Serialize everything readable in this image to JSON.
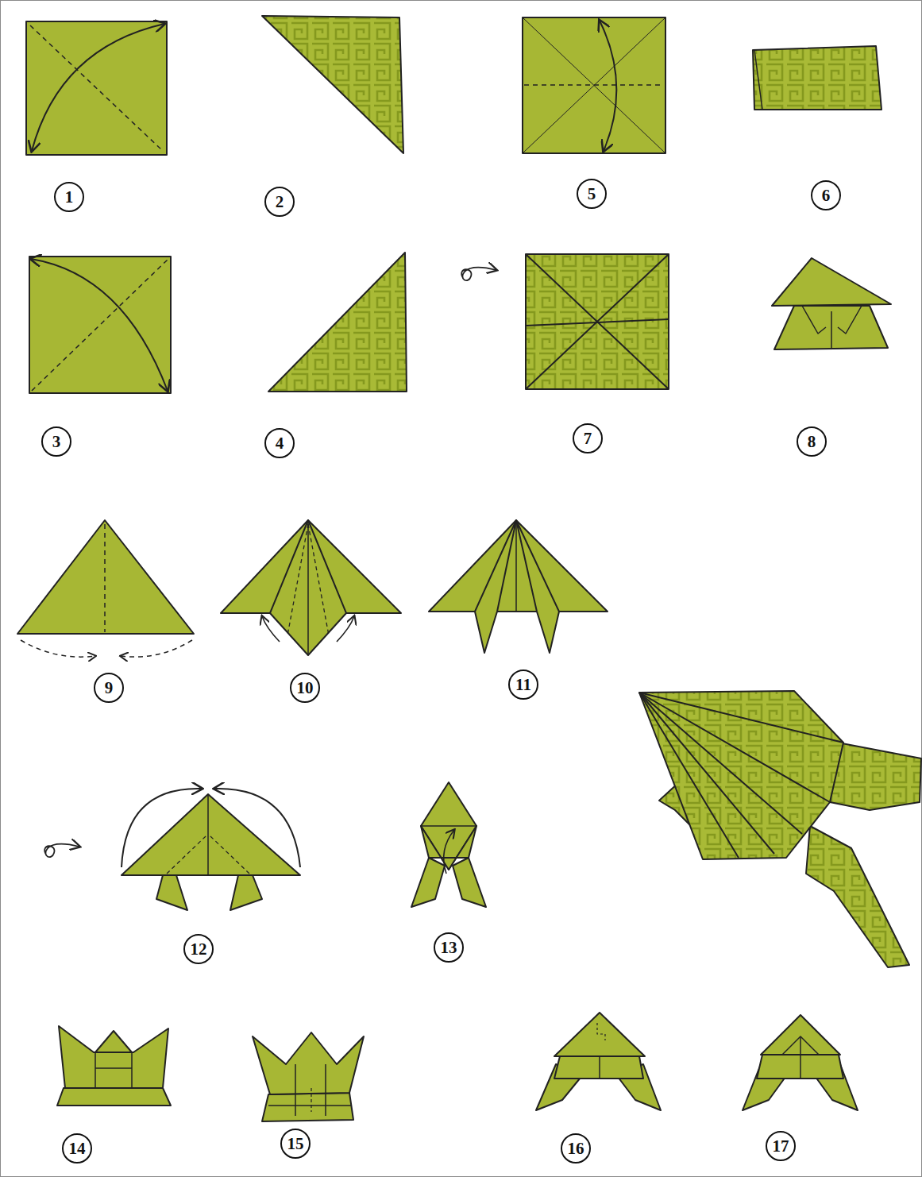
{
  "diagram": {
    "nodes": [
      {
        "text": [
          "1"
        ]
      },
      {
        "text": [
          "2"
        ]
      },
      {
        "text": [
          "5"
        ]
      },
      {
        "text": [
          "6"
        ]
      },
      {
        "text": [
          "3"
        ]
      },
      {
        "text": [
          "4"
        ]
      },
      {
        "text": [
          "7"
        ]
      },
      {
        "text": [
          "8"
        ]
      },
      {
        "text": [
          "9"
        ]
      },
      {
        "text": [
          "10"
        ]
      },
      {
        "text": [
          "11"
        ]
      },
      {
        "text": [
          "12"
        ]
      },
      {
        "text": [
          "13"
        ]
      },
      {
        "text": [
          "14"
        ]
      },
      {
        "text": [
          "15"
        ]
      },
      {
        "text": [
          "16"
        ]
      },
      {
        "text": [
          "17"
        ]
      }
    ]
  }
}
